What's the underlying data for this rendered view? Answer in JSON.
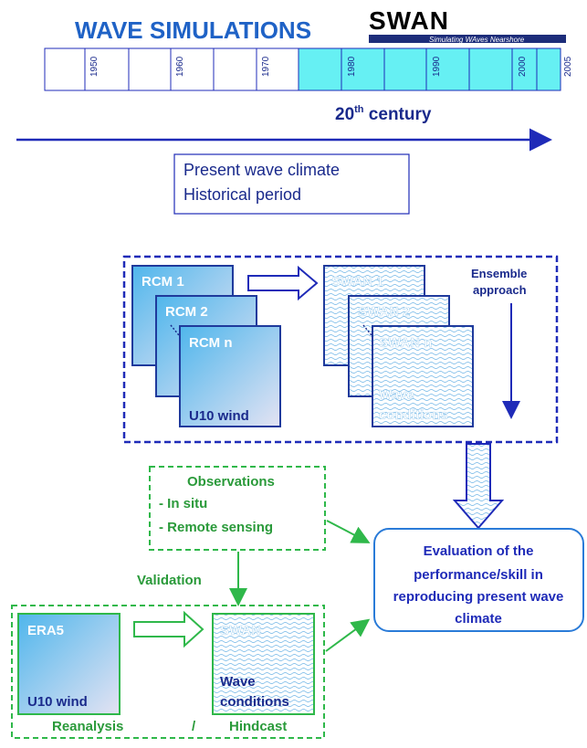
{
  "title": "WAVE SIMULATIONS",
  "swan_logo": {
    "name": "SWAN",
    "tagline": "Simulating WAves Nearshore"
  },
  "timeline": {
    "years": [
      "1950",
      "1960",
      "1970",
      "1980",
      "1990",
      "2000",
      "2005"
    ],
    "highlight_color": "#66f0f3",
    "century_label": "20",
    "century_sup": "th",
    "century_suffix": " century"
  },
  "present_box": {
    "line1": "Present wave climate",
    "line2": "Historical period"
  },
  "rcm": {
    "label1": "RCM 1",
    "label2": "RCM 2",
    "labeln": "RCM n",
    "wind": "U10 wind"
  },
  "swan_ens": {
    "label1": "SWAN 1",
    "label2": "SWAN 2",
    "labeln": "SWAN n",
    "wave1": "Wave",
    "wave2": "conditions"
  },
  "ensemble": {
    "line1": "Ensemble",
    "line2": "approach"
  },
  "observations": {
    "title": "Observations",
    "item1": "- In situ",
    "item2": "- Remote sensing"
  },
  "evaluation": {
    "line1": "Evaluation of the",
    "line2": "performance/skill in",
    "line3": "reproducing present wave",
    "line4": "climate"
  },
  "validation": "Validation",
  "era5": {
    "label": "ERA5",
    "wind": "U10 wind"
  },
  "swan_hind": {
    "label": "SWAN",
    "wave1": "Wave",
    "wave2": "conditions"
  },
  "bottom": {
    "reanalysis": "Reanalysis",
    "slash": "/",
    "hindcast": "Hindcast"
  },
  "colors": {
    "blue": "#1f2bb8",
    "dark_text": "#1a2a8c",
    "green": "#2fb84a",
    "green_text": "#2a9a3a",
    "box_blue": "#3a5cc8"
  }
}
